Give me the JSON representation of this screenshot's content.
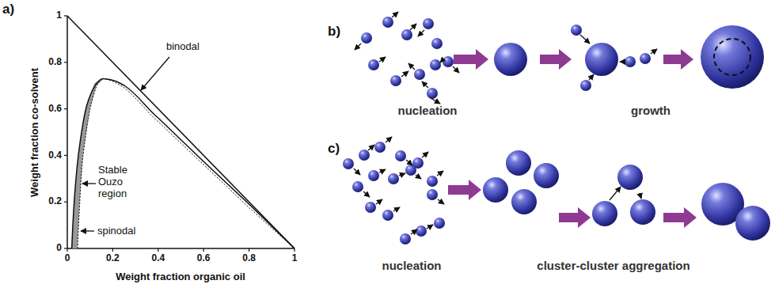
{
  "diagram": {
    "labels": [
      "a)",
      "b)",
      "c)",
      "1",
      "0.8",
      "0.6",
      "0.4",
      "0.2",
      "0",
      "0",
      "0.2",
      "0.4",
      "0.6",
      "0.8",
      "1",
      "Weight fraction co-solvent",
      "Weight fraction organic oil",
      "binodal",
      "Stable Ouzo region",
      "spinodal",
      "nucleation",
      "growth",
      "nucleation",
      "cluster-cluster aggregation"
    ]
  }
}
